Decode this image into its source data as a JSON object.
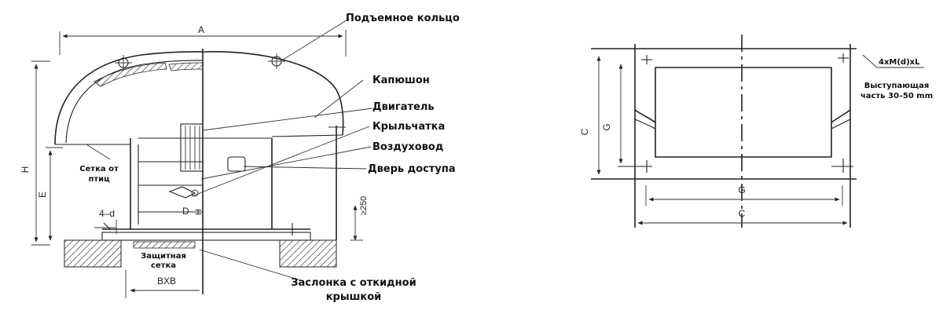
{
  "fan_drawing": {
    "callouts": {
      "lifting_ring": "Подъемное кольцо",
      "hood": "Капюшон",
      "motor": "Двигатель",
      "impeller": "Крыльчатка",
      "duct": "Воздуховод",
      "access_door": "Дверь доступа",
      "bird_screen_line1": "Сетка от",
      "bird_screen_line2": "птиц",
      "protective_mesh_line1": "Защитная",
      "protective_mesh_line2": "сетка",
      "damper_line1": "Заслонка с откидной",
      "damper_line2": "крышкой"
    },
    "dimensions": {
      "width": "A",
      "height": "H",
      "base_height": "E",
      "holes": "4–d",
      "base_size": "BXB",
      "inner_d": "D",
      "inner_h": "H",
      "min_clearance": "≥250"
    }
  },
  "flange_drawing": {
    "bolts_note": "4xM(d)xL",
    "protrusion_line1": "Выступающая",
    "protrusion_line2": "часть 30–50 mm",
    "dimensions": {
      "outer_h": "C",
      "inner_h": "G",
      "inner_w": "G",
      "outer_w": "C"
    }
  }
}
